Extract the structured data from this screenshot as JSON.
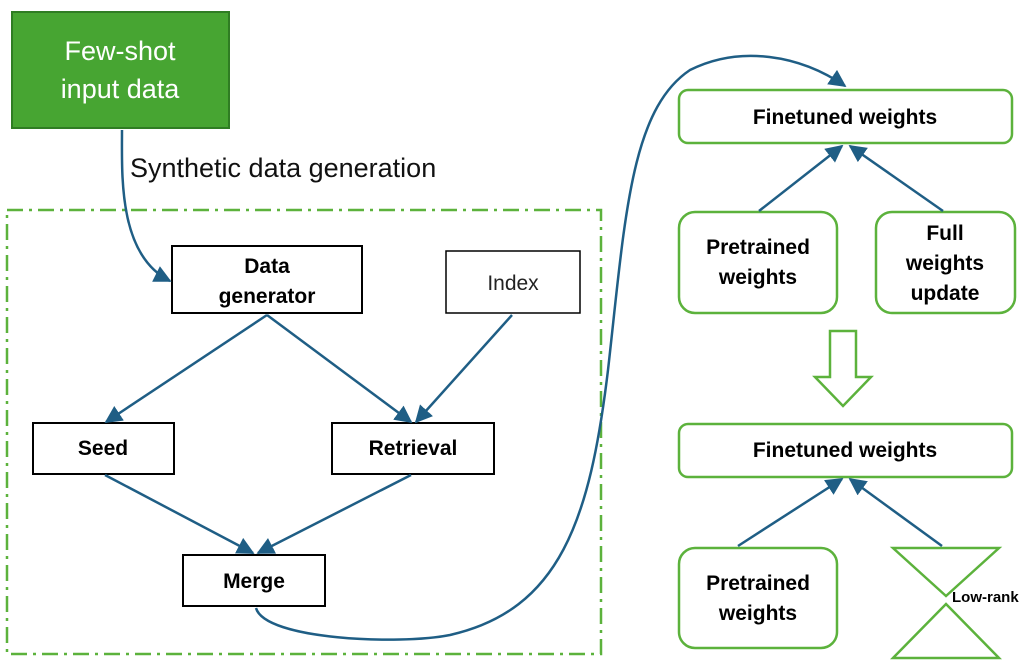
{
  "input_box": {
    "line1": "Few-shot",
    "line2": "input data"
  },
  "caption": "Synthetic data generation",
  "nodes": {
    "data_generator": {
      "line1": "Data",
      "line2": "generator"
    },
    "index": "Index",
    "seed": "Seed",
    "retrieval": "Retrieval",
    "merge": "Merge"
  },
  "full_finetune": {
    "result": "Finetuned weights",
    "pretrained": {
      "line1": "Pretrained",
      "line2": "weights"
    },
    "update": {
      "line1": "Full",
      "line2": "weights",
      "line3": "update"
    }
  },
  "lora_finetune": {
    "result": "Finetuned weights",
    "pretrained": {
      "line1": "Pretrained",
      "line2": "weights"
    },
    "low_rank": "Low-rank"
  },
  "colors": {
    "green_fill": "#47a532",
    "green_border": "#2f7d23",
    "green_outline": "#5cb23c",
    "arrow_blue": "#1f5e85"
  }
}
